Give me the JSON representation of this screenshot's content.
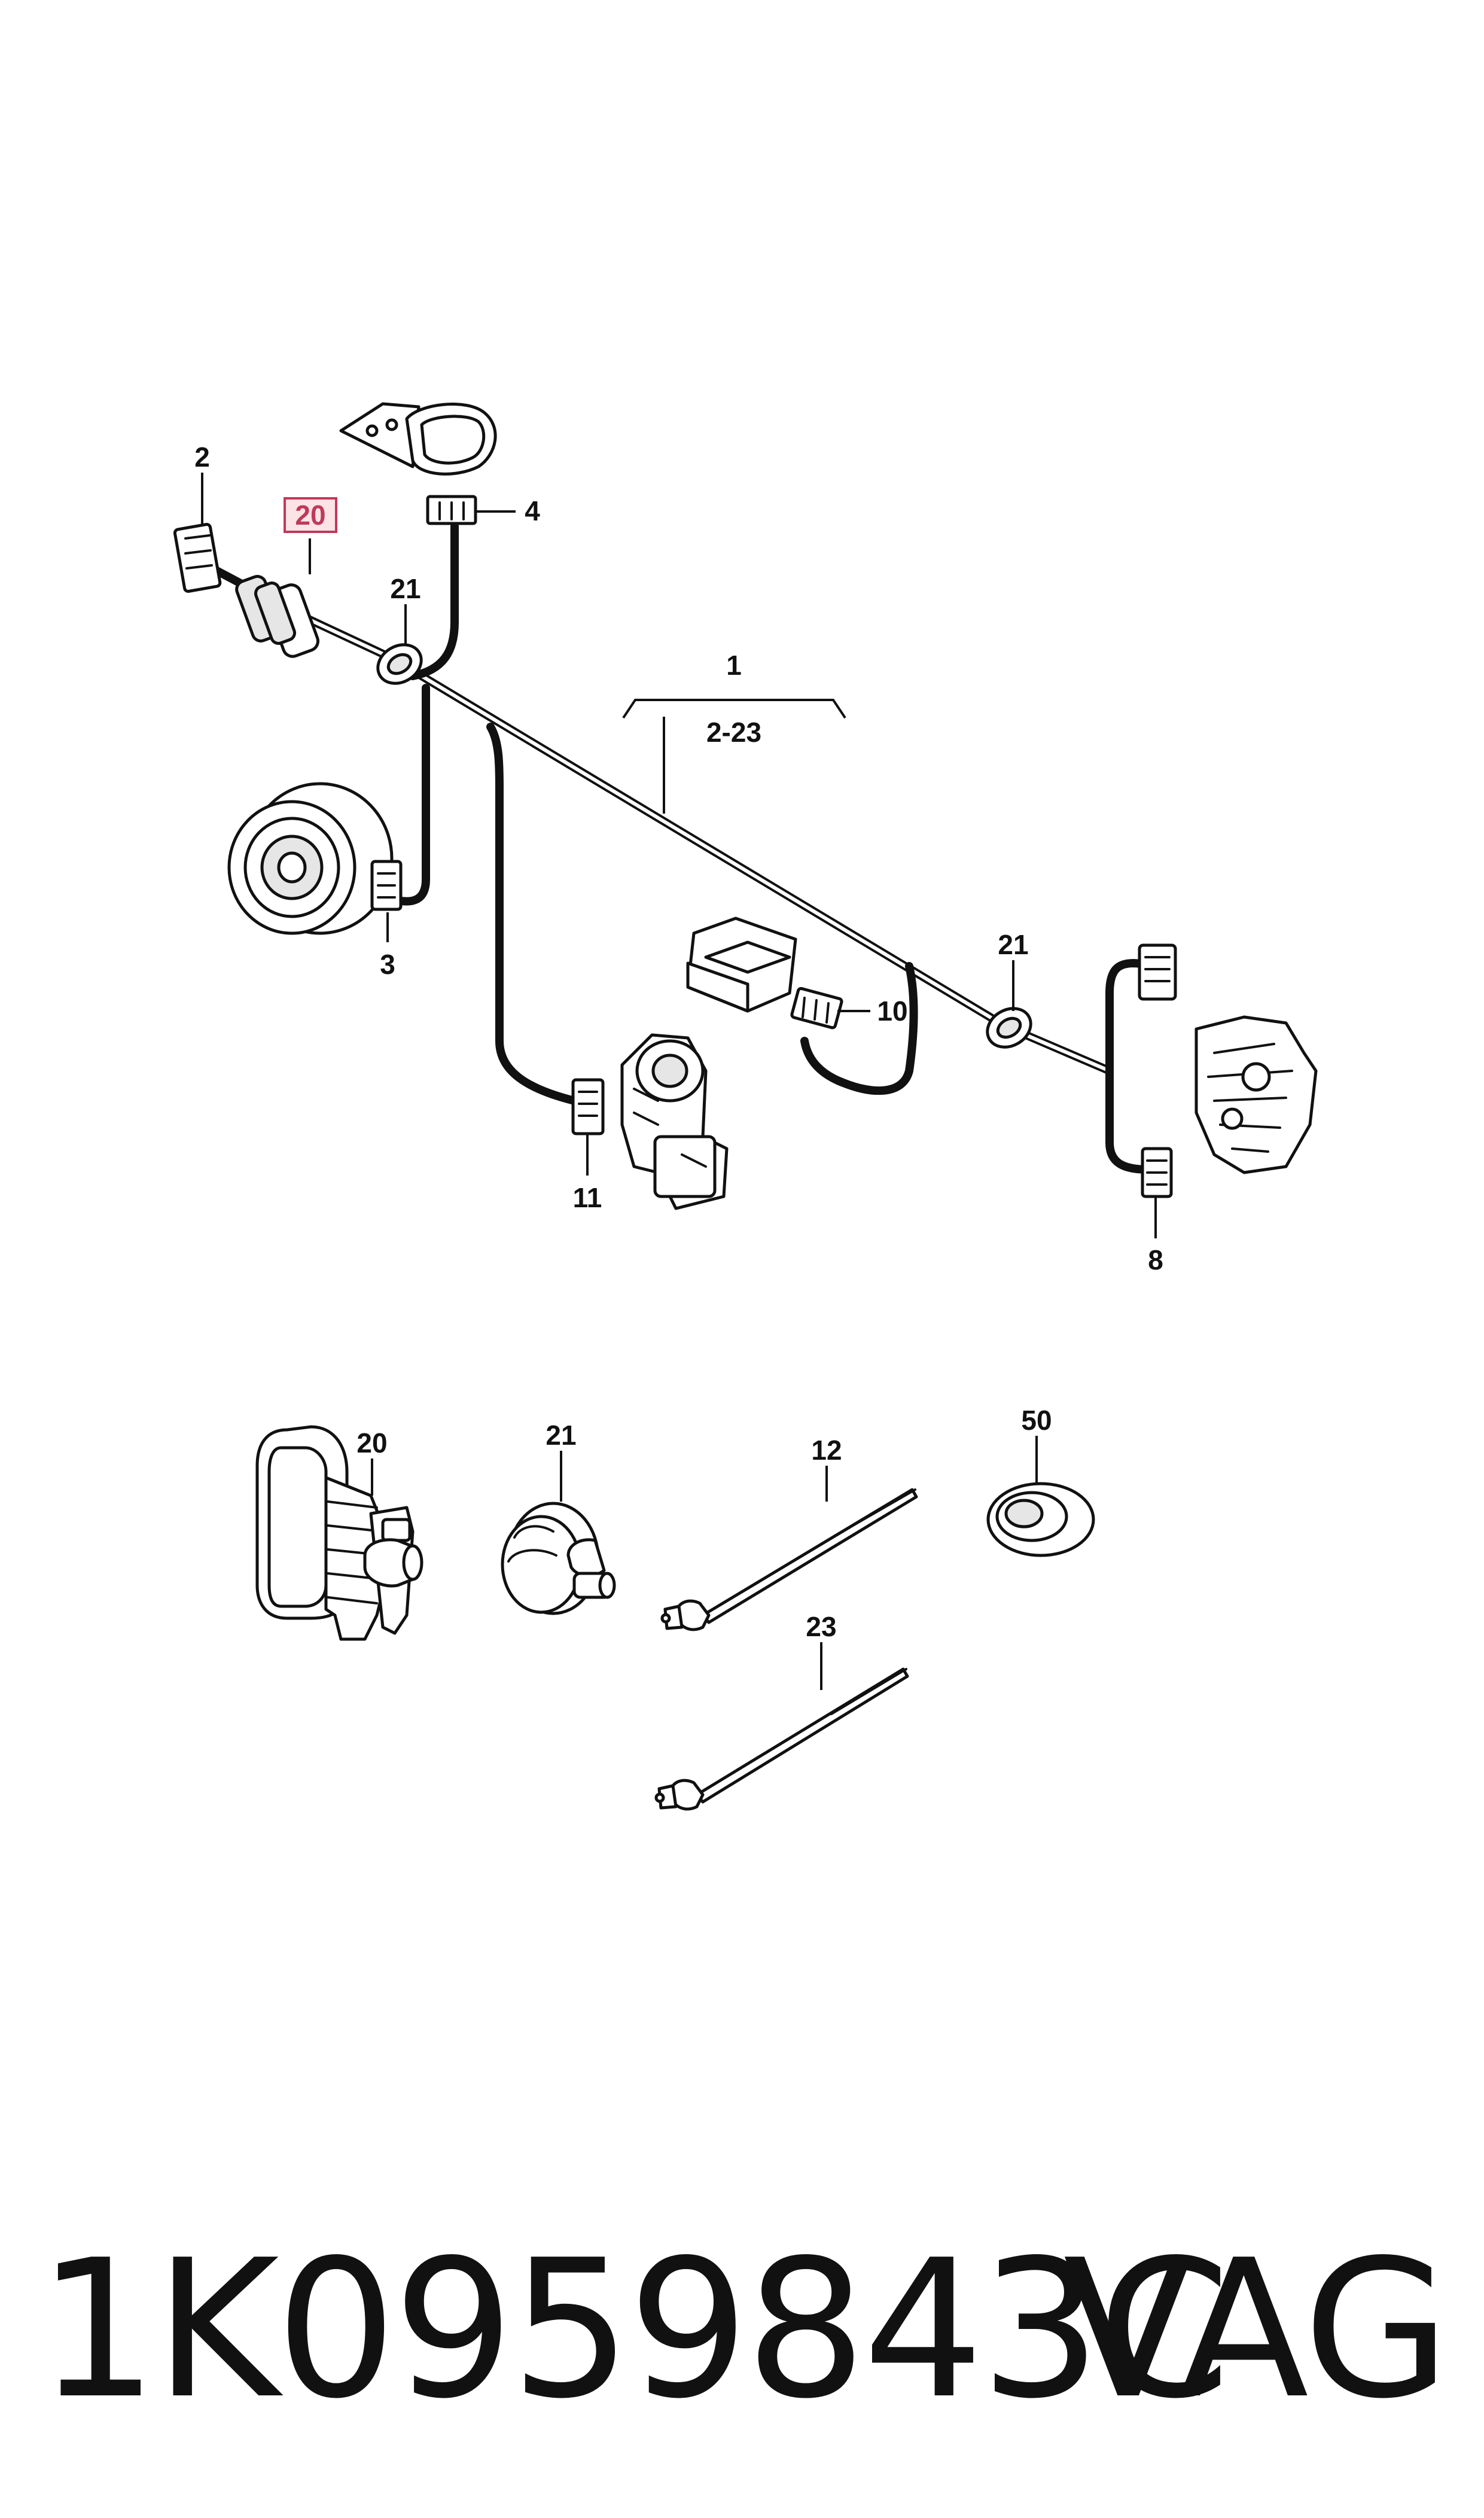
{
  "callouts": {
    "main": "1",
    "range": "2-23",
    "c2": "2",
    "c3": "3",
    "c4": "4",
    "c8": "8",
    "c10": "10",
    "c11": "11",
    "c20_top": "20",
    "c21_a": "21",
    "c21_b": "21",
    "c20_bottom": "20",
    "c21_bottom": "21",
    "c12": "12",
    "c23": "23",
    "c50": "50"
  },
  "highlight_color": "#c0395a",
  "footer": {
    "part_number": "1K0959843C",
    "brand": "VAG"
  }
}
